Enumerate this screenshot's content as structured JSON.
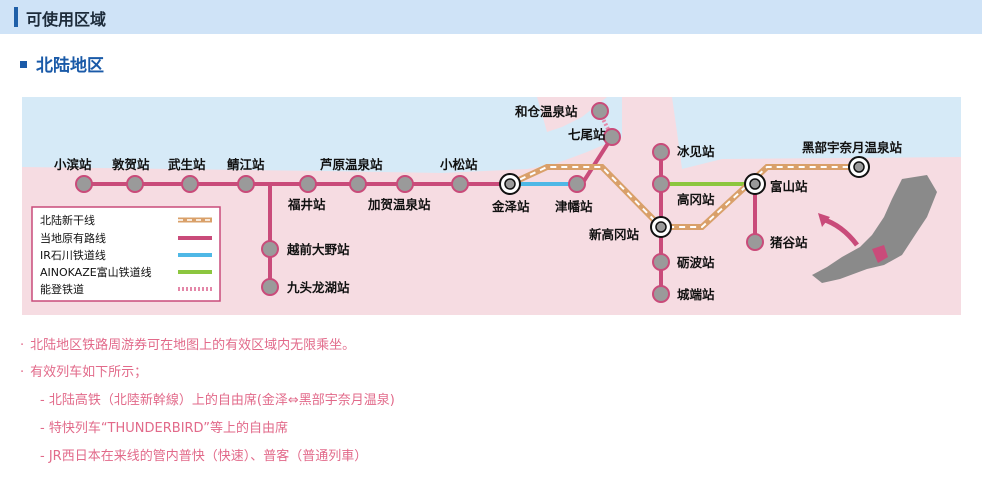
{
  "header": {
    "title": "可使用区域"
  },
  "section": {
    "title": "北陆地区"
  },
  "map": {
    "stations": {
      "obama": "小滨站",
      "tsuruga": "敦贺站",
      "takefu": "武生站",
      "sabae": "鲭江站",
      "fukui": "福井站",
      "echizen_ono": "越前大野站",
      "kuzuryuko": "九头龙湖站",
      "awara": "芦原温泉站",
      "kagaonsen": "加贺温泉站",
      "komatsu": "小松站",
      "kanazawa": "金泽站",
      "tsubata": "津幡站",
      "nanao": "七尾站",
      "wakura": "和仓温泉站",
      "himi": "冰见站",
      "takaoka": "高冈站",
      "shintakaoka": "新高冈站",
      "tonami": "砺波站",
      "johana": "城端站",
      "toyama": "富山站",
      "inotani": "猪谷站",
      "unazuki": "黑部宇奈月温泉站"
    },
    "legend": [
      {
        "label": "北陆新干线",
        "color": "#d9a06a",
        "style": "shinkansen"
      },
      {
        "label": "当地原有路线",
        "color": "#c94b7a",
        "style": "solid"
      },
      {
        "label": "IR石川铁道线",
        "color": "#4fb8e6",
        "style": "solid"
      },
      {
        "label": "AINOKAZE富山铁道线",
        "color": "#8cc63f",
        "style": "solid"
      },
      {
        "label": "能登铁道",
        "color": "#e487a8",
        "style": "dotted"
      }
    ]
  },
  "notes": {
    "line1": "北陆地区铁路周游券可在地图上的有效区域内无限乘坐。",
    "line2": "有效列车如下所示；",
    "item1": "- 北陆高铁（北陸新幹線）上的自由席(金泽⇔黑部宇奈月温泉)",
    "item2": "- 特快列车“THUNDERBIRD”等上的自由席",
    "item3": "- JR西日本在来线的管内普快（快速）、普客（普通列車）"
  }
}
